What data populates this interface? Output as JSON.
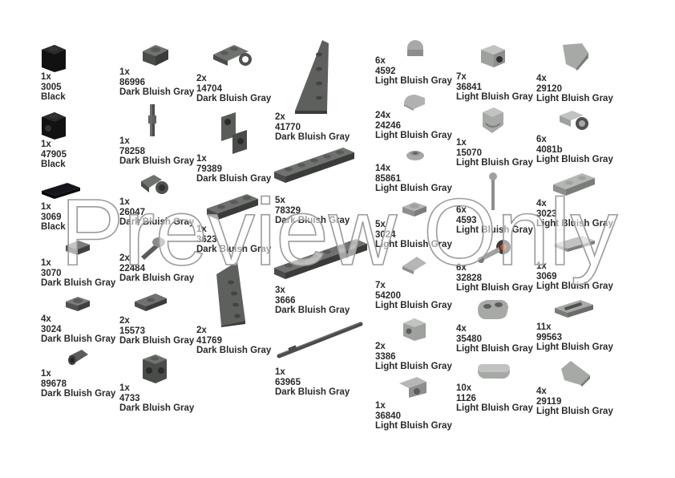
{
  "watermark": "Preview Only",
  "parts": [
    {
      "qty": "1x",
      "id": "3005",
      "color": "Black"
    },
    {
      "qty": "1x",
      "id": "47905",
      "color": "Black"
    },
    {
      "qty": "1x",
      "id": "3069",
      "color": "Black"
    },
    {
      "qty": "1x",
      "id": "3070",
      "color": "Dark Bluish Gray"
    },
    {
      "qty": "4x",
      "id": "3024",
      "color": "Dark Bluish Gray"
    },
    {
      "qty": "1x",
      "id": "89678",
      "color": "Dark Bluish Gray"
    },
    {
      "qty": "1x",
      "id": "86996",
      "color": "Dark Bluish Gray"
    },
    {
      "qty": "1x",
      "id": "78258",
      "color": "Dark Bluish Gray"
    },
    {
      "qty": "1x",
      "id": "26047",
      "color": "Dark Bluish Gray"
    },
    {
      "qty": "2x",
      "id": "22484",
      "color": "Dark Bluish Gray"
    },
    {
      "qty": "2x",
      "id": "15573",
      "color": "Dark Bluish Gray"
    },
    {
      "qty": "1x",
      "id": "4733",
      "color": "Dark Bluish Gray"
    },
    {
      "qty": "2x",
      "id": "14704",
      "color": "Dark Bluish Gray"
    },
    {
      "qty": "1x",
      "id": "79389",
      "color": "Dark Bluish Gray"
    },
    {
      "qty": "1x",
      "id": "3623",
      "color": "Dark Bluish Gray"
    },
    {
      "qty": "2x",
      "id": "41769",
      "color": "Dark Bluish Gray"
    },
    {
      "qty": "2x",
      "id": "41770",
      "color": "Dark Bluish Gray"
    },
    {
      "qty": "5x",
      "id": "78329",
      "color": "Dark Bluish Gray"
    },
    {
      "qty": "3x",
      "id": "3666",
      "color": "Dark Bluish Gray"
    },
    {
      "qty": "1x",
      "id": "63965",
      "color": "Dark Bluish Gray"
    },
    {
      "qty": "6x",
      "id": "4592",
      "color": "Light Bluish Gray"
    },
    {
      "qty": "24x",
      "id": "24246",
      "color": "Light Bluish Gray"
    },
    {
      "qty": "14x",
      "id": "85861",
      "color": "Light Bluish Gray"
    },
    {
      "qty": "5x",
      "id": "3024",
      "color": "Light Bluish Gray"
    },
    {
      "qty": "7x",
      "id": "54200",
      "color": "Light Bluish Gray"
    },
    {
      "qty": "2x",
      "id": "3386",
      "color": "Light Bluish Gray"
    },
    {
      "qty": "1x",
      "id": "36840",
      "color": "Light Bluish Gray"
    },
    {
      "qty": "7x",
      "id": "36841",
      "color": "Light Bluish Gray"
    },
    {
      "qty": "1x",
      "id": "15070",
      "color": "Light Bluish Gray"
    },
    {
      "qty": "6x",
      "id": "4593",
      "color": "Light Bluish Gray"
    },
    {
      "qty": "6x",
      "id": "32828",
      "color": "Light Bluish Gray"
    },
    {
      "qty": "4x",
      "id": "35480",
      "color": "Light Bluish Gray"
    },
    {
      "qty": "10x",
      "id": "1126",
      "color": "Light Bluish Gray"
    },
    {
      "qty": "4x",
      "id": "29120",
      "color": "Light Bluish Gray"
    },
    {
      "qty": "6x",
      "id": "4081b",
      "color": "Light Bluish Gray"
    },
    {
      "qty": "4x",
      "id": "3023",
      "color": "Light Bluish Gray"
    },
    {
      "qty": "1x",
      "id": "3069",
      "color": "Light Bluish Gray"
    },
    {
      "qty": "11x",
      "id": "99563",
      "color": "Light Bluish Gray"
    },
    {
      "qty": "4x",
      "id": "29119",
      "color": "Light Bluish Gray"
    }
  ]
}
